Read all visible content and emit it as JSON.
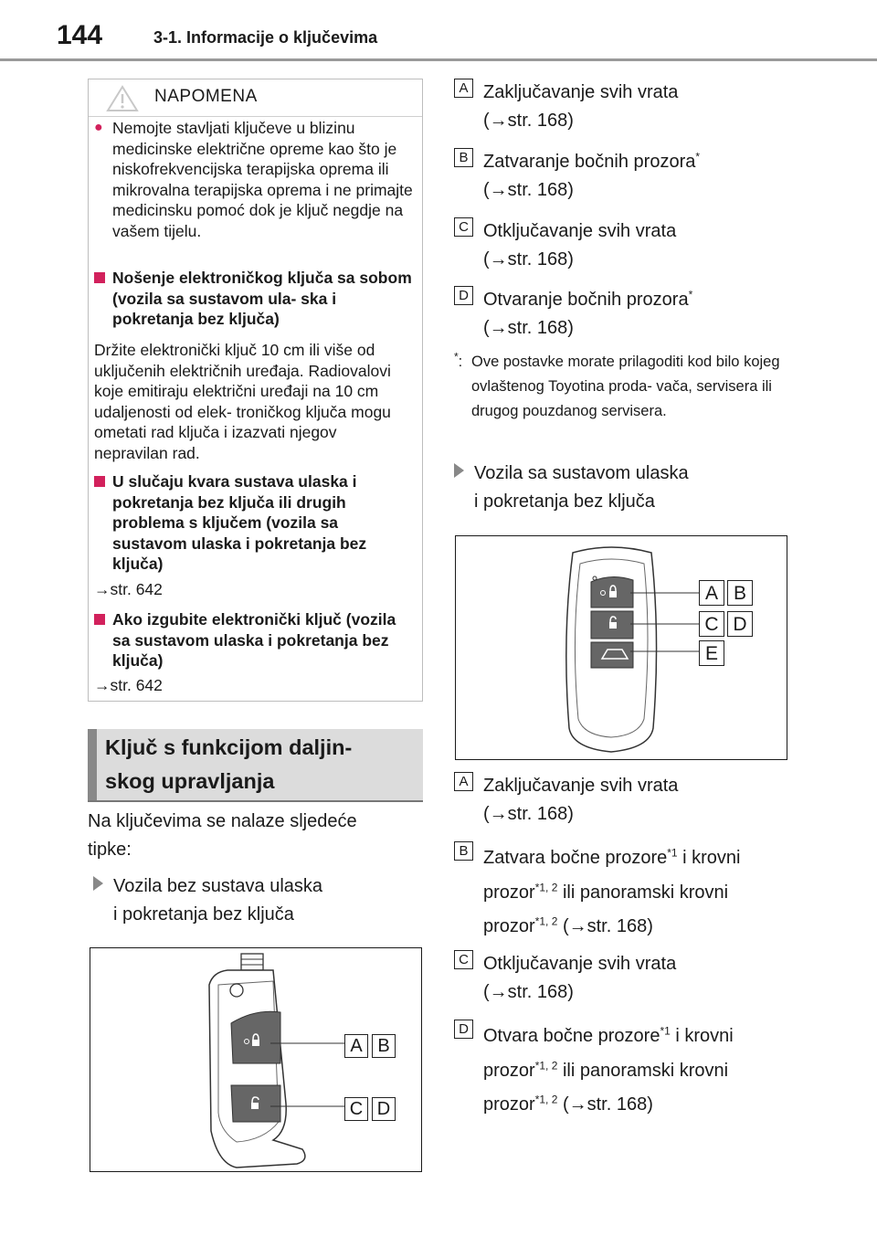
{
  "header": {
    "page_number": "144",
    "section": "3-1. Informacije o ključevima"
  },
  "note": {
    "title": "NAPOMENA",
    "p1": "Nemojte stavljati ključeve u blizinu medicinske električne opreme kao što je niskofrekvencijska terapijska oprema ili mikrovalna terapijska oprema i ne primajte medicinsku pomoć dok je ključ negdje na vašem tijelu.",
    "h1": "Nošenje elektroničkog ključa sa sobom (vozila sa sustavom ula- ska i pokretanja bez ključa)",
    "p2": "Držite elektronički ključ 10 cm ili više od uključenih električnih uređaja. Radiovalovi koje emitiraju električni uređaji na 10 cm udaljenosti od elek- troničkog ključa mogu ometati rad ključa i izazvati njegov nepravilan rad.",
    "h2": "U slučaju kvara sustava ulaska i pokretanja bez ključa ili drugih problema s ključem (vozila sa sustavom ulaska i pokretanja bez ključa)",
    "r2": "str. 642",
    "h3": "Ako izgubite elektronički ključ (vozila sa sustavom ulaska i pokretanja bez ključa)",
    "r3": "str. 642"
  },
  "heading": {
    "line1": "Ključ s funkcijom daljin-",
    "line2": "skog upravljanja"
  },
  "intro": {
    "line1": "Na ključevima se nalaze sljedeće",
    "line2": "tipke:"
  },
  "sub1": {
    "line1": "Vozila bez sustava ulaska",
    "line2": "i pokretanja bez ključa"
  },
  "sub2": {
    "line1": "Vozila sa sustavom ulaska",
    "line2": "i pokretanja bez ključa"
  },
  "arrow": "→",
  "fig_labels": {
    "a": "A",
    "b": "B",
    "c": "C",
    "d": "D",
    "e": "E"
  },
  "list1": [
    {
      "label": "A",
      "l1": "Zaključavanje svih vrata",
      "l2": "str. 168)"
    },
    {
      "label": "B",
      "l1": "Zatvaranje bočnih prozora",
      "sup": "*",
      "l2": "str. 168)"
    },
    {
      "label": "C",
      "l1": "Otključavanje svih vrata",
      "l2": "str. 168)"
    },
    {
      "label": "D",
      "l1": "Otvaranje bočnih prozora",
      "sup": "*",
      "l2": "str. 168)"
    }
  ],
  "footnote": {
    "mark": "*",
    "colon": ":",
    "text": "Ove postavke morate prilagoditi kod bilo kojeg ovlaštenog Toyotina proda- vača, servisera ili drugog pouzdanog servisera."
  },
  "list2": [
    {
      "label": "A",
      "l1": "Zaključavanje svih vrata",
      "l2": "str. 168)"
    },
    {
      "label": "B",
      "a": "Zatvara bočne prozore",
      "s1": "*1",
      "b": " i krovni",
      "c": "prozor",
      "s2": "*1, 2",
      "d": " ili panoramski krovni",
      "e": "prozor",
      "s3": "*1, 2",
      "f": "str. 168)"
    },
    {
      "label": "C",
      "l1": "Otključavanje svih vrata",
      "l2": "str. 168)"
    },
    {
      "label": "D",
      "a": "Otvara bočne prozore",
      "s1": "*1",
      "b": " i krovni",
      "c": "prozor",
      "s2": "*1, 2",
      "d": " ili panoramski krovni",
      "e": "prozor",
      "s3": "*1, 2",
      "f": "str. 168)"
    }
  ]
}
